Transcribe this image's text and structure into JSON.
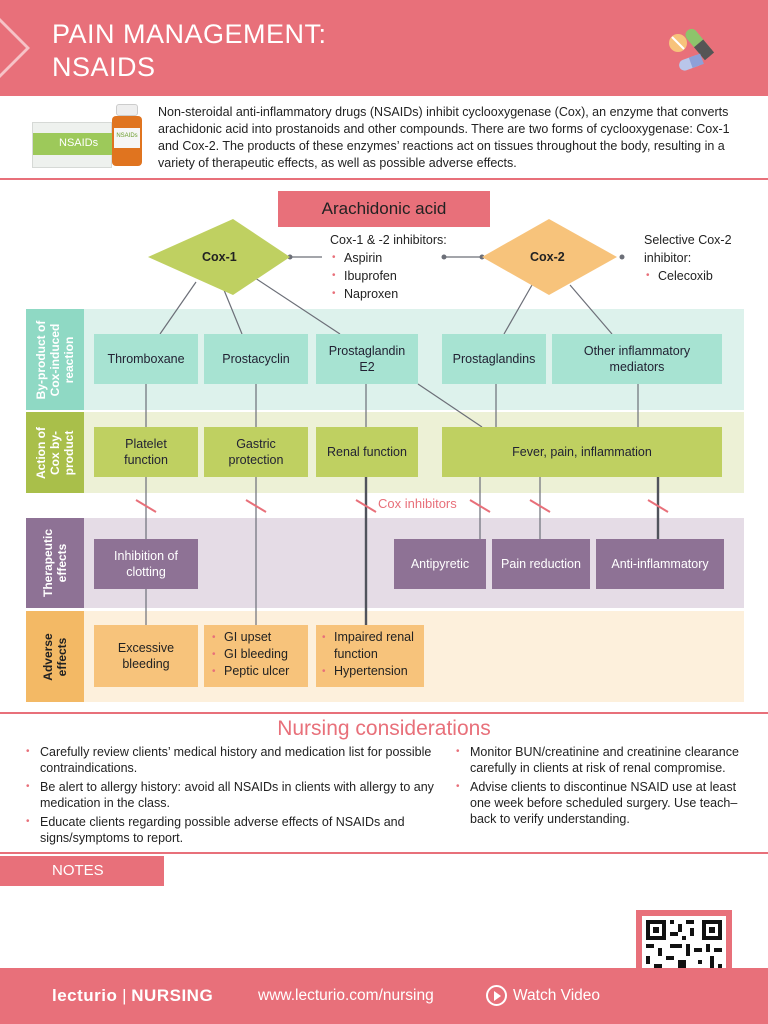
{
  "header": {
    "title_line1": "PAIN MANAGEMENT:",
    "title_line2": "NSAIDS"
  },
  "intro": {
    "box_label": "NSAIDs",
    "bottle_label": "NSAIDs",
    "text": "Non-steroidal anti-inflammatory drugs (NSAIDs) inhibit cyclooxygenase (Cox), an enzyme that converts arachidonic acid into prostanoids and other compounds. There are two forms of  cyclooxygenase: Cox-1 and Cox-2. The products of these enzymes’ reactions act on tissues throughout the body, resulting in a variety of therapeutic effects, as well as possible adverse effects."
  },
  "diagram": {
    "top": "Arachidonic acid",
    "cox1": "Cox-1",
    "cox2": "Cox-2",
    "both_inhibitors_title": "Cox-1 & -2 inhibitors:",
    "both_inhibitors": [
      "Aspirin",
      "Ibuprofen",
      "Naproxen"
    ],
    "selective_title_1": "Selective Cox-2",
    "selective_title_2": "inhibitor:",
    "selective": [
      "Celecoxib"
    ],
    "cox_inhibitors_label": "Cox inhibitors",
    "rows": {
      "byproduct": "By-product of Cox-induced reaction",
      "action": "Action of Cox by-product",
      "therapeutic": "Therapeutic effects",
      "adverse": "Adverse effects"
    },
    "byproducts": [
      "Thromboxane",
      "Prostacyclin",
      "Prostaglandin E2",
      "Prostaglandins",
      "Other inflammatory mediators"
    ],
    "actions": [
      "Platelet function",
      "Gastric protection",
      "Renal function",
      "Fever, pain, inflammation"
    ],
    "therapeutic": [
      "Inhibition of clotting",
      "Antipyretic",
      "Pain reduction",
      "Anti-inflammatory"
    ],
    "adverse": {
      "bleeding": "Excessive bleeding",
      "gi": [
        "GI upset",
        "GI bleeding",
        "Peptic ulcer"
      ],
      "renal": [
        "Impaired renal function",
        "Hypertension"
      ]
    }
  },
  "nursing": {
    "title": "Nursing considerations",
    "left": [
      "Carefully review clients’ medical history and medication list for possible contraindications.",
      "Be alert to allergy history: avoid all NSAIDs in clients with allergy to any medication in the class.",
      "Educate clients regarding possible adverse effects of NSAIDs and signs/symptoms to report."
    ],
    "right": [
      "Monitor BUN/creatinine and creatinine clearance carefully in clients at risk of renal compromise.",
      "Advise clients to discontinue NSAID use at least one week before scheduled surgery. Use teach–back to verify understanding."
    ]
  },
  "notes_label": "NOTES",
  "footer": {
    "brand": "lecturio",
    "brand_sep": " | ",
    "brand_section": "NURSING",
    "url": "www.lecturio.com/nursing",
    "watch": "Watch Video"
  },
  "colors": {
    "accent": "#e8707a",
    "teal": "#a7e3d2",
    "olive": "#bfd061",
    "purple": "#8e7295",
    "orange": "#f7c37b"
  }
}
